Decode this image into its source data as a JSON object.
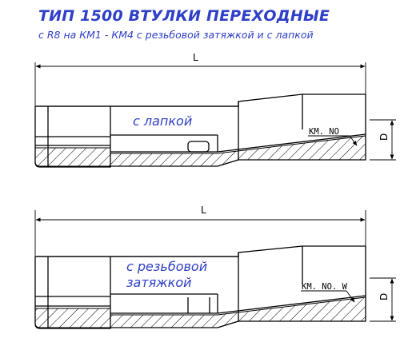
{
  "header": {
    "title": "ТИП 1500 ВТУЛКИ ПЕРЕХОДНЫЕ",
    "subtitle": "с R8 на КМ1 - КМ4 с резьбовой затяжкой и с лапкой"
  },
  "top_drawing": {
    "length_label": "L",
    "diameter_label": "D",
    "callout": "KM. NO",
    "variant_label": "с лапкой"
  },
  "bottom_drawing": {
    "length_label": "L",
    "diameter_label": "D",
    "callout": "KM. NO. W",
    "variant_label_line1": "с резьбовой",
    "variant_label_line2": "затяжкой"
  },
  "colors": {
    "title_blue": "#2f3fc8",
    "line": "#000000"
  }
}
